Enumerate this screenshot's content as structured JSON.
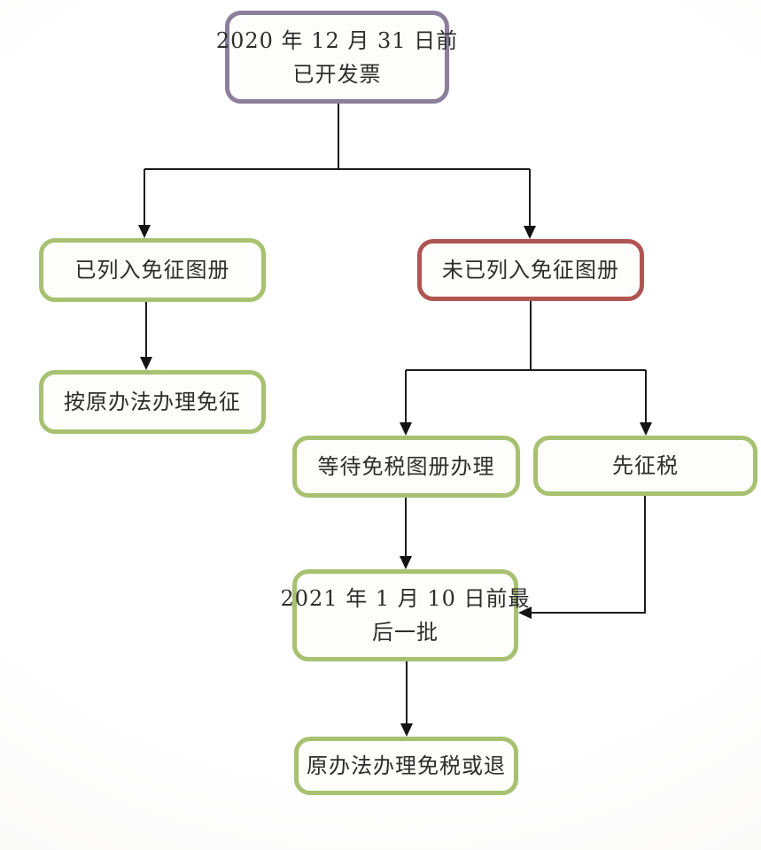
{
  "diagram": {
    "type": "flowchart",
    "nodes": {
      "invoiced": {
        "lines": [
          "2020 年 12 月 31 日前",
          "已开发票"
        ],
        "border_color": "#8b7f9d"
      },
      "listed": {
        "lines": [
          "已列入免征图册"
        ],
        "border_color": "#a8c170"
      },
      "not_listed": {
        "lines": [
          "未已列入免征图册"
        ],
        "border_color": "#b05552"
      },
      "original_exempt": {
        "lines": [
          "按原办法办理免征"
        ],
        "border_color": "#a8c170"
      },
      "wait_catalog": {
        "lines": [
          "等待免税图册办理"
        ],
        "border_color": "#a8c170"
      },
      "tax_first": {
        "lines": [
          "先征税"
        ],
        "border_color": "#a8c170"
      },
      "last_batch": {
        "lines": [
          "2021 年 1 月 10 日前最",
          "后一批"
        ],
        "border_color": "#a8c170"
      },
      "refund": {
        "lines": [
          "原办法办理免税或退"
        ],
        "border_color": "#a8c170"
      }
    },
    "edges": [
      {
        "from": "invoiced",
        "to": "listed"
      },
      {
        "from": "invoiced",
        "to": "not_listed"
      },
      {
        "from": "listed",
        "to": "original_exempt"
      },
      {
        "from": "not_listed",
        "to": "wait_catalog"
      },
      {
        "from": "not_listed",
        "to": "tax_first"
      },
      {
        "from": "wait_catalog",
        "to": "last_batch"
      },
      {
        "from": "tax_first",
        "to": "last_batch"
      },
      {
        "from": "last_batch",
        "to": "refund"
      }
    ],
    "line_color": "#1c1c1c"
  }
}
